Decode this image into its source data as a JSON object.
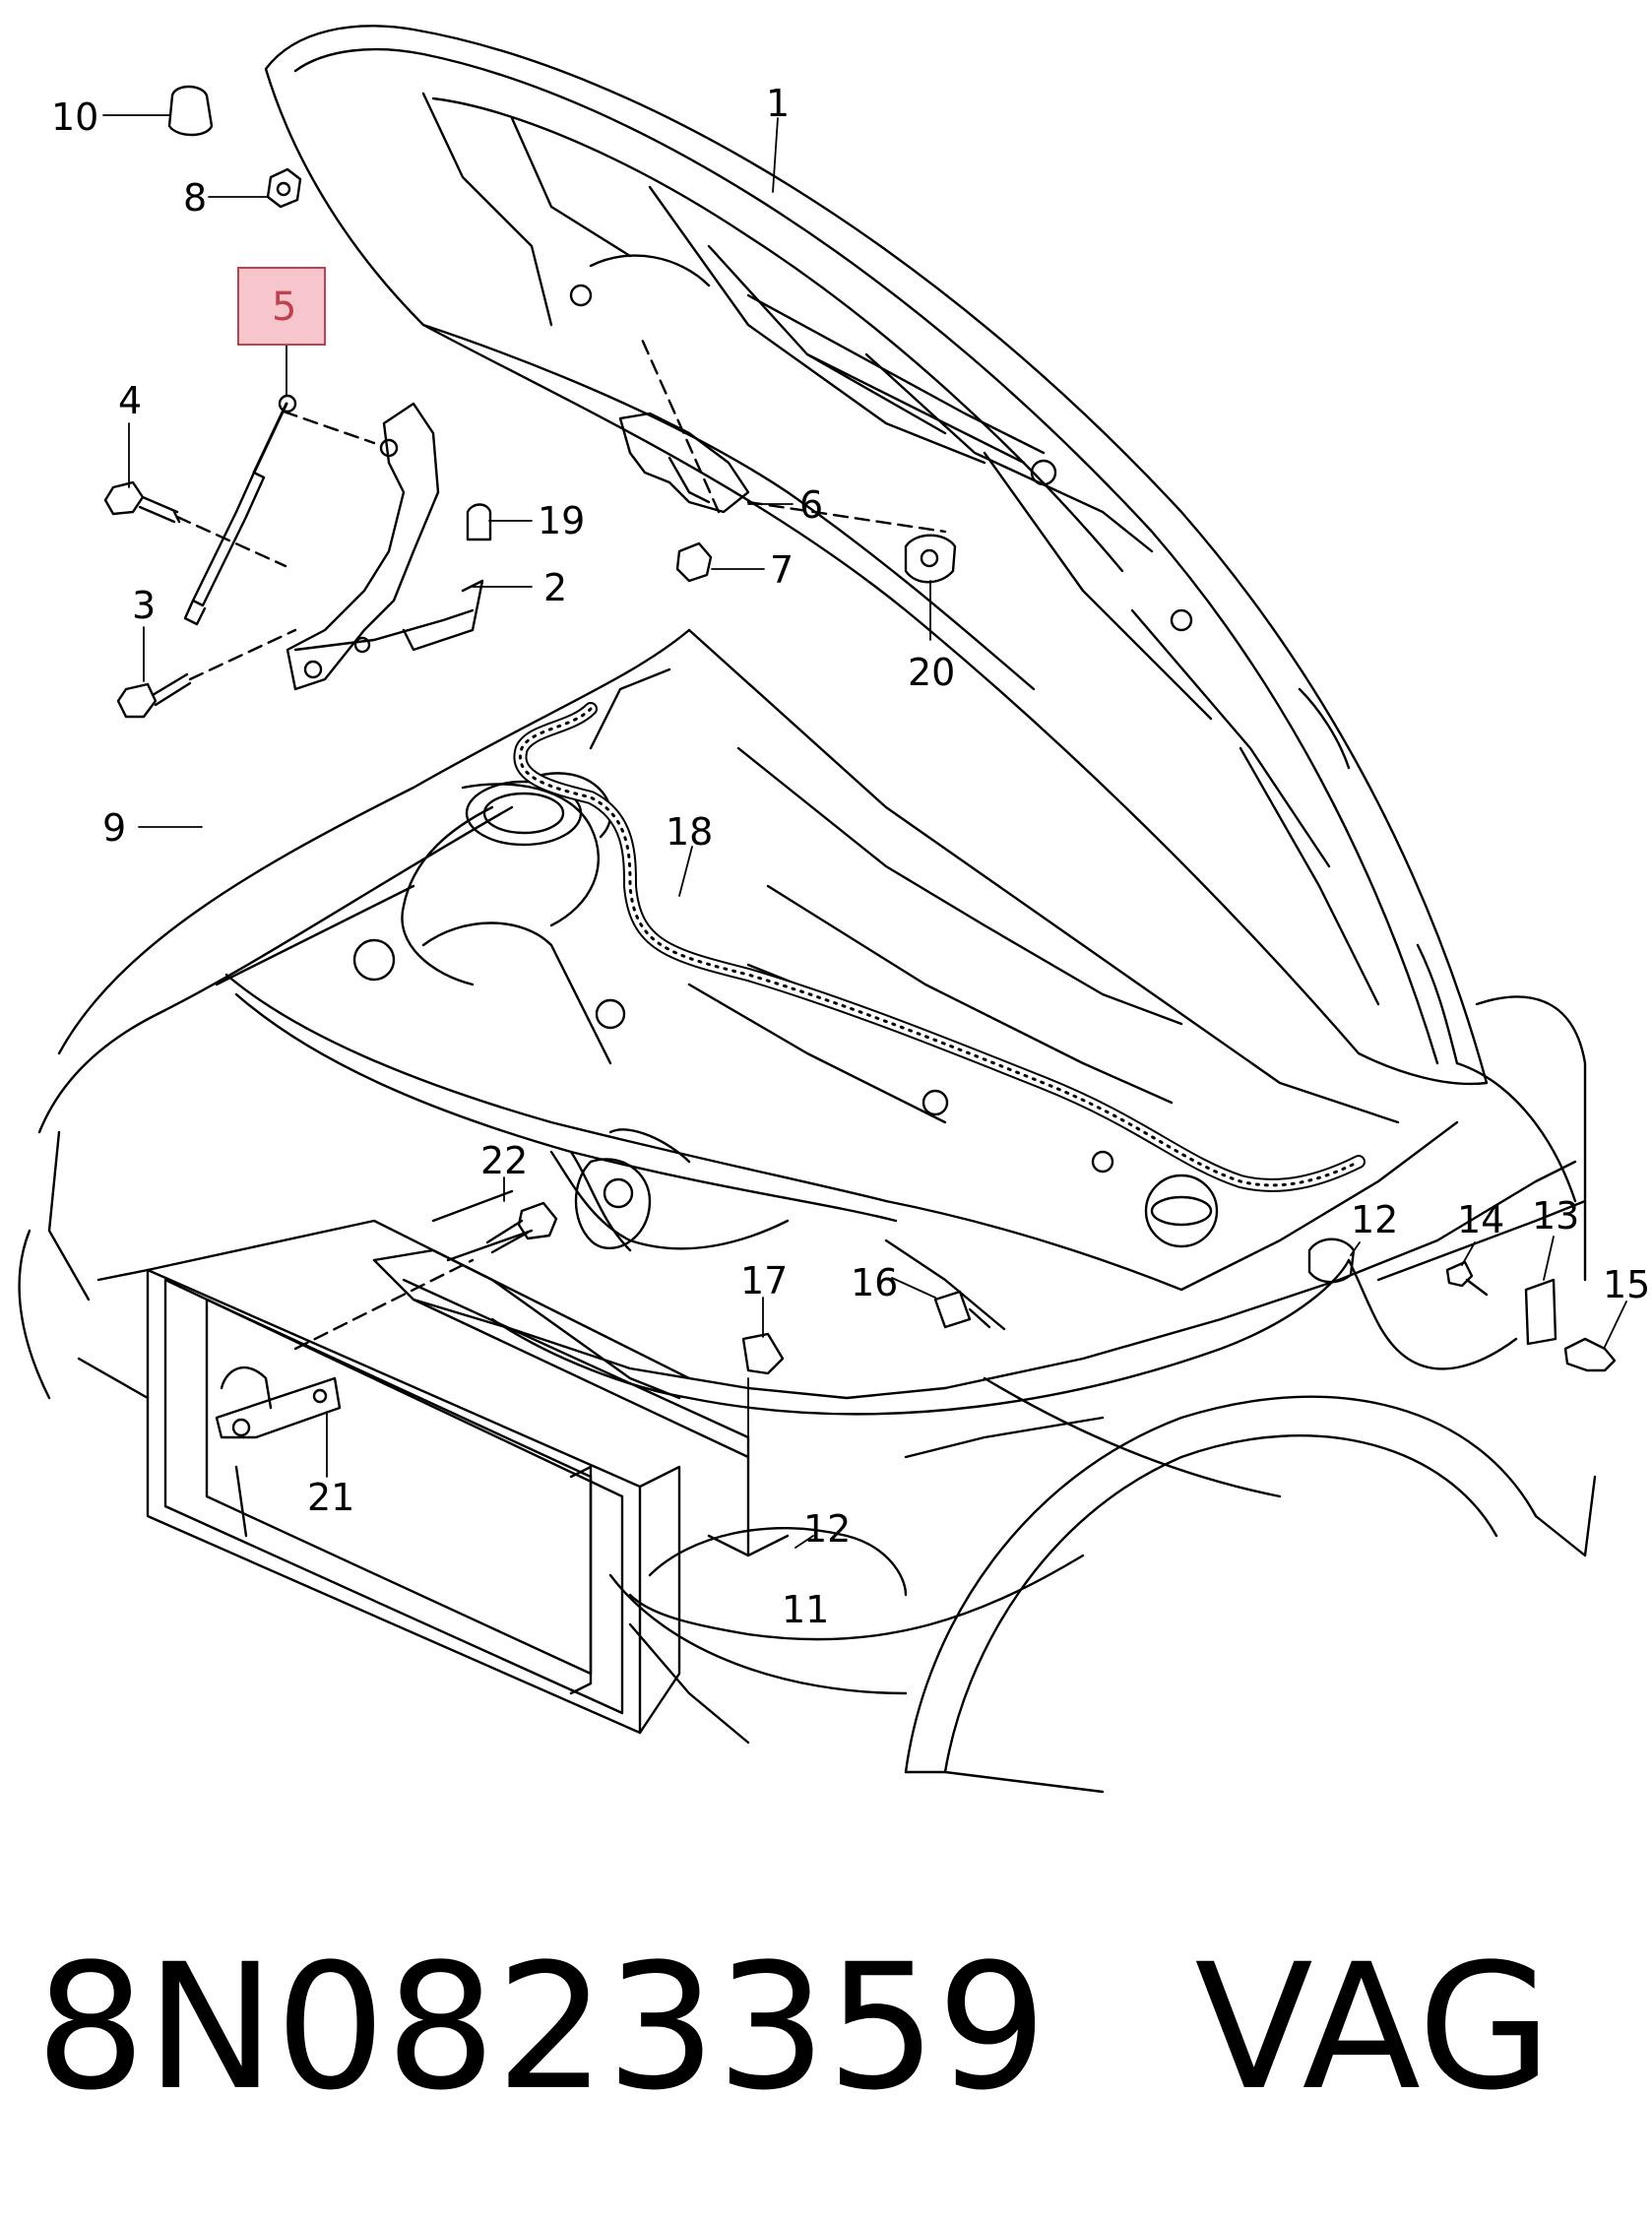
{
  "diagram": {
    "callouts": [
      {
        "id": "10",
        "label": "10"
      },
      {
        "id": "8",
        "label": "8"
      },
      {
        "id": "5",
        "label": "5",
        "highlighted": true
      },
      {
        "id": "4",
        "label": "4"
      },
      {
        "id": "3",
        "label": "3"
      },
      {
        "id": "9",
        "label": "9"
      },
      {
        "id": "1",
        "label": "1"
      },
      {
        "id": "19",
        "label": "19"
      },
      {
        "id": "2",
        "label": "2"
      },
      {
        "id": "6",
        "label": "6"
      },
      {
        "id": "7",
        "label": "7"
      },
      {
        "id": "20",
        "label": "20"
      },
      {
        "id": "18",
        "label": "18"
      },
      {
        "id": "22",
        "label": "22"
      },
      {
        "id": "17",
        "label": "17"
      },
      {
        "id": "16",
        "label": "16"
      },
      {
        "id": "12a",
        "label": "12"
      },
      {
        "id": "14",
        "label": "14"
      },
      {
        "id": "13",
        "label": "13"
      },
      {
        "id": "15",
        "label": "15"
      },
      {
        "id": "12b",
        "label": "12"
      },
      {
        "id": "11",
        "label": "11"
      },
      {
        "id": "21",
        "label": "21"
      }
    ],
    "highlight_color": "#f7c6cc",
    "highlight_border": "#c04050"
  },
  "footer": {
    "part_number": "8N0823359",
    "brand": "VAG"
  }
}
